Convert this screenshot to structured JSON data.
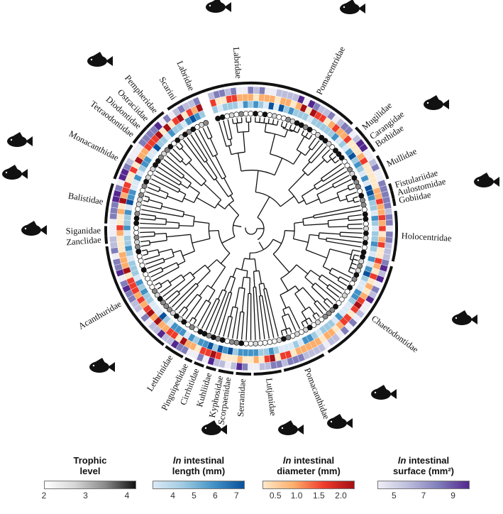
{
  "families": [
    {
      "name": "Labridae",
      "from": -20,
      "to": 10
    },
    {
      "name": "Pomacentridae",
      "from": 10,
      "to": 44
    },
    {
      "name": "Mugilidae",
      "from": 46,
      "to": 51
    },
    {
      "name": "Carangidae",
      "from": 51,
      "to": 55
    },
    {
      "name": "Bothidae",
      "from": 55,
      "to": 58
    },
    {
      "name": "Mullidae",
      "from": 60,
      "to": 70
    },
    {
      "name": "Fistulariidae",
      "from": 72,
      "to": 75
    },
    {
      "name": "Aulostomidae",
      "from": 75,
      "to": 78
    },
    {
      "name": "Gobiidae",
      "from": 78,
      "to": 81
    },
    {
      "name": "Holocentridae",
      "from": 83,
      "to": 103
    },
    {
      "name": "Chaetodontidae",
      "from": 105,
      "to": 148
    },
    {
      "name": "Pomacanthidae",
      "from": 150,
      "to": 167
    },
    {
      "name": "Lutjanidae",
      "from": 168,
      "to": 179
    },
    {
      "name": "Serranidae",
      "from": 180,
      "to": 186
    },
    {
      "name": "Scorpaenidae",
      "from": 187,
      "to": 190
    },
    {
      "name": "Kyphosidae",
      "from": 190,
      "to": 193
    },
    {
      "name": "Kuhliidae",
      "from": 194,
      "to": 198
    },
    {
      "name": "Cirrhitidae",
      "from": 199,
      "to": 203
    },
    {
      "name": "Pinguipedidae",
      "from": 204,
      "to": 207
    },
    {
      "name": "Lethrinidae",
      "from": 208,
      "to": 216
    },
    {
      "name": "Acanthuridae",
      "from": 217,
      "to": 263
    },
    {
      "name": "Zanclidae",
      "from": 264,
      "to": 267
    },
    {
      "name": "Siganidae",
      "from": 267,
      "to": 271
    },
    {
      "name": "Balistidae",
      "from": 272,
      "to": 288
    },
    {
      "name": "Monacanthidae",
      "from": 290,
      "to": 305
    },
    {
      "name": "Tetraodontidae",
      "from": 306,
      "to": 310
    },
    {
      "name": "Diodontidae",
      "from": 310,
      "to": 314
    },
    {
      "name": "Ostraciidae",
      "from": 314,
      "to": 318
    },
    {
      "name": "Pempheridae",
      "from": 318,
      "to": 323
    },
    {
      "name": "Scarini",
      "from": 325,
      "to": 333
    },
    {
      "name": "Labridae",
      "from": 333,
      "to": 340
    }
  ],
  "legends": [
    {
      "title_parts": [
        "Trophic",
        "level"
      ],
      "italic_prefix": "",
      "ticks": [
        "2",
        "3",
        "4"
      ],
      "colors": [
        "#ffffff",
        "#d6d6d6",
        "#8a8a8a",
        "#111111"
      ]
    },
    {
      "title_parts": [
        "intestinal",
        "length (mm)"
      ],
      "italic_prefix": "ln",
      "ticks": [
        "4",
        "5",
        "6",
        "7"
      ],
      "colors": [
        "#dbe9f6",
        "#9ecae1",
        "#4292c6",
        "#08519c"
      ]
    },
    {
      "title_parts": [
        "intestinal",
        "diameter (mm)"
      ],
      "italic_prefix": "ln",
      "ticks": [
        "0.5",
        "1.0",
        "1.5",
        "2.0"
      ],
      "colors": [
        "#fee8c8",
        "#fdae6b",
        "#ef3b2c",
        "#a50f15"
      ]
    },
    {
      "title_parts": [
        "intestinal",
        "surface (mm²)"
      ],
      "italic_prefix": "ln",
      "ticks": [
        "5",
        "7",
        "9"
      ],
      "colors": [
        "#efedf5",
        "#bcbddc",
        "#807dba",
        "#54278f"
      ]
    }
  ],
  "palettes": {
    "trophic": [
      "#ffffff",
      "#d6d6d6",
      "#8a8a8a",
      "#111111"
    ],
    "length": [
      "#dbe9f6",
      "#9ecae1",
      "#4292c6",
      "#08519c"
    ],
    "diameter": [
      "#fee8c8",
      "#fdae6b",
      "#ef3b2c",
      "#a50f15"
    ],
    "surface": [
      "#efedf5",
      "#bcbddc",
      "#807dba",
      "#54278f"
    ]
  },
  "icons": [
    "fish-silhouette-icon"
  ]
}
